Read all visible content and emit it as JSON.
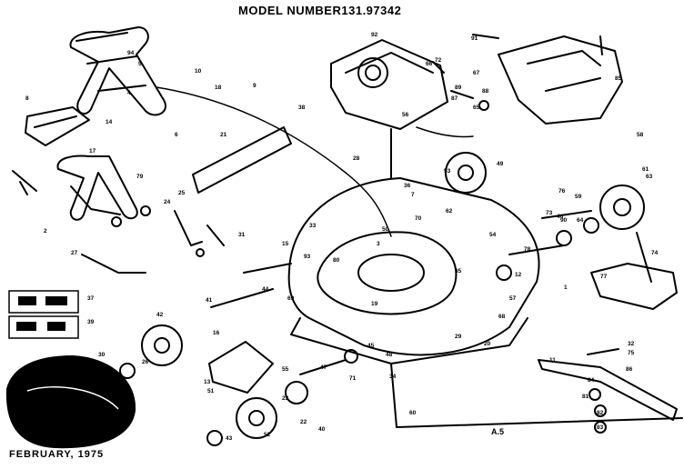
{
  "header": {
    "title_prefix": "MODEL NUMBER",
    "model_number": "131.97342"
  },
  "footer": {
    "date": "FEBRUARY, 1975",
    "code": "A.5"
  },
  "callouts": [
    "1",
    "2",
    "3",
    "4",
    "5",
    "6",
    "7",
    "8",
    "9",
    "10",
    "11",
    "12",
    "13",
    "14",
    "15",
    "16",
    "17",
    "18",
    "19",
    "20",
    "21",
    "22",
    "23",
    "24",
    "25",
    "26",
    "27",
    "28",
    "29",
    "30",
    "31",
    "32",
    "33",
    "34",
    "35",
    "36",
    "37",
    "38",
    "39",
    "40",
    "41",
    "42",
    "43",
    "44",
    "45",
    "46",
    "47",
    "48",
    "49",
    "50",
    "51",
    "52",
    "53",
    "54",
    "55",
    "56",
    "57",
    "58",
    "59",
    "60",
    "61",
    "62",
    "63",
    "64",
    "65",
    "66",
    "67",
    "68",
    "69",
    "70",
    "71",
    "72",
    "73",
    "74",
    "75",
    "76",
    "77",
    "78",
    "79",
    "80",
    "81",
    "82",
    "83",
    "84",
    "85",
    "86",
    "87",
    "88",
    "89",
    "90",
    "91",
    "92",
    "93",
    "94"
  ]
}
